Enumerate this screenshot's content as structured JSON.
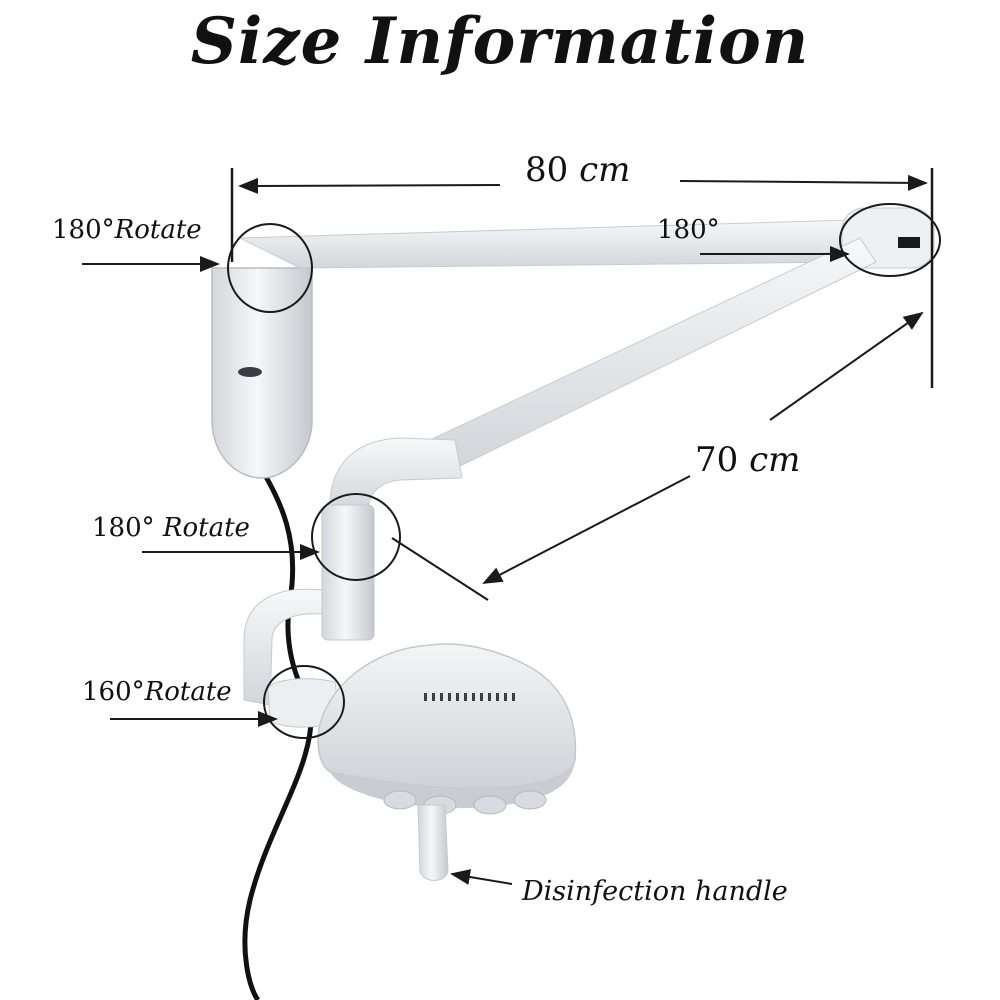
{
  "title": "Size Information",
  "dimensions": {
    "width": {
      "value": "80",
      "unit": "cm"
    },
    "length": {
      "value": "70",
      "unit": "cm"
    }
  },
  "rotations": {
    "wall_mount": {
      "angle": "180°",
      "word": "Rotate"
    },
    "arm_end": {
      "angle": "180°"
    },
    "elbow_joint": {
      "angle": "180°",
      "word": "Rotate"
    },
    "lamp_joint": {
      "angle": "160°",
      "word": "Rotate"
    }
  },
  "callouts": {
    "handle": "Disinfection handle"
  },
  "colors": {
    "line": "#1a1a1a",
    "body": "#eeeff2",
    "body_shadow": "#c9ccd2",
    "cable": "#111111"
  }
}
